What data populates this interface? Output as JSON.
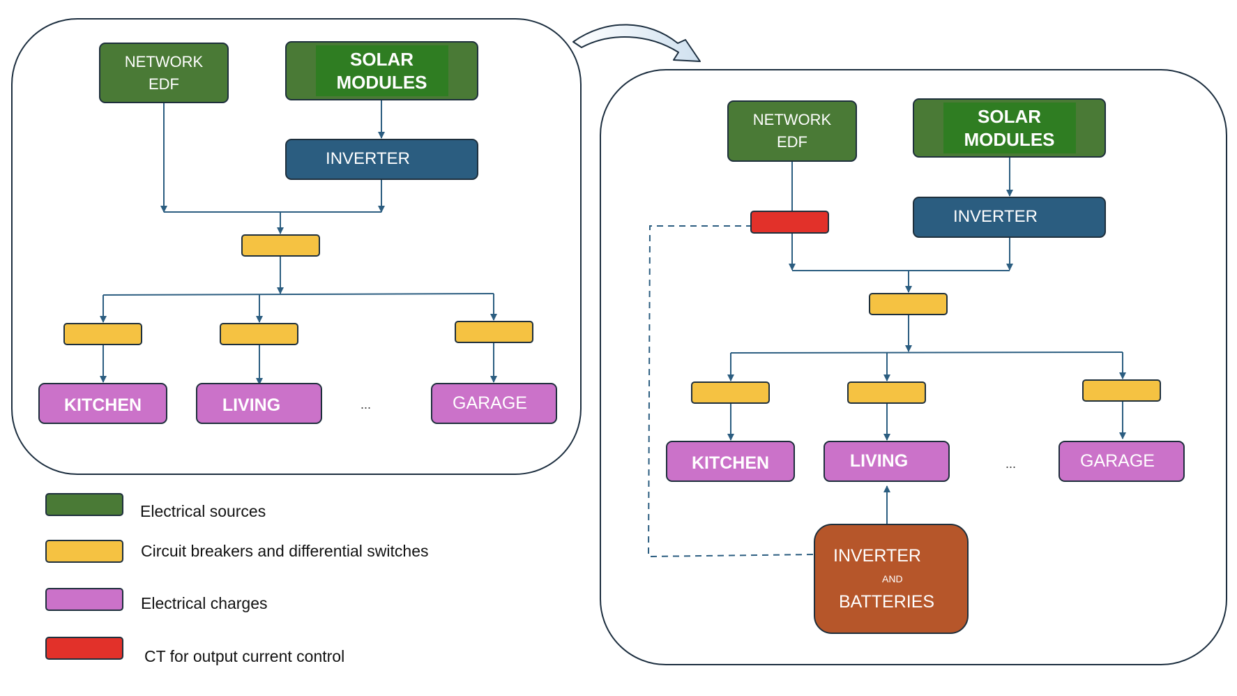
{
  "left_panel": {
    "network_line1": "NETWORK",
    "network_line2": "EDF",
    "solar_line1": "SOLAR",
    "solar_line2": "MODULES",
    "inverter": "INVERTER",
    "loads": [
      "KITCHEN",
      "LIVING",
      "GARAGE"
    ],
    "ellipsis": "..."
  },
  "right_panel": {
    "network_line1": "NETWORK",
    "network_line2": "EDF",
    "solar_line1": "SOLAR",
    "solar_line2": "MODULES",
    "inverter": "INVERTER",
    "loads": [
      "KITCHEN",
      "LIVING",
      "GARAGE"
    ],
    "ellipsis": "...",
    "battery_line1": "INVERTER",
    "battery_line2": "AND",
    "battery_line3": "BATTERIES"
  },
  "legend": [
    {
      "label": "Electrical sources",
      "color": "#4a7a36"
    },
    {
      "label": "Circuit breakers and differential switches",
      "color": "#f5c242"
    },
    {
      "label": "Electrical charges",
      "color": "#cb72c9"
    },
    {
      "label": "CT for output current control",
      "color": "#e2312a"
    }
  ],
  "colors": {
    "source": "#4a7a36",
    "inverter": "#2b5d80",
    "breaker": "#f5c242",
    "load": "#cb72c9",
    "ct": "#e2312a",
    "battery": "#b6562a",
    "line": "#2b5d80"
  }
}
